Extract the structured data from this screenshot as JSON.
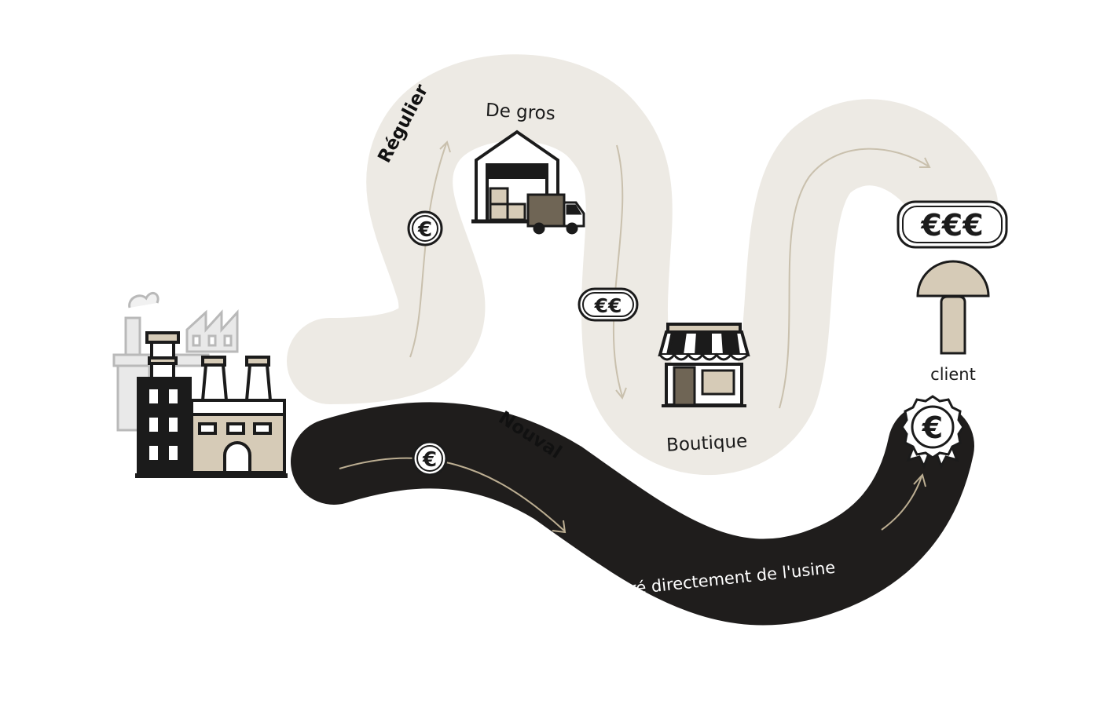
{
  "colors": {
    "background": "#ffffff",
    "regular_road": "#edeae4",
    "regular_arrow": "#c9c0ad",
    "new_road": "#1f1d1c",
    "new_arrow": "#bcae92",
    "beige": "#d6cbb7",
    "dark": "#1b1b1b"
  },
  "regular": {
    "title": "Régulier",
    "wholesale_label": "De gros",
    "shop_label": "Boutique",
    "price_1": "€",
    "price_2": "€€",
    "price_3": "€€€"
  },
  "direct": {
    "title": "Nouval",
    "caption": "Livré directement de l'usine",
    "price_1": "€",
    "seal_symbol": "€"
  },
  "customer": {
    "label": "client"
  },
  "icons": [
    "factory-icon",
    "warehouse-icon",
    "delivery-truck-icon",
    "shop-icon",
    "customer-icon",
    "quality-seal-icon",
    "euro-icon"
  ]
}
